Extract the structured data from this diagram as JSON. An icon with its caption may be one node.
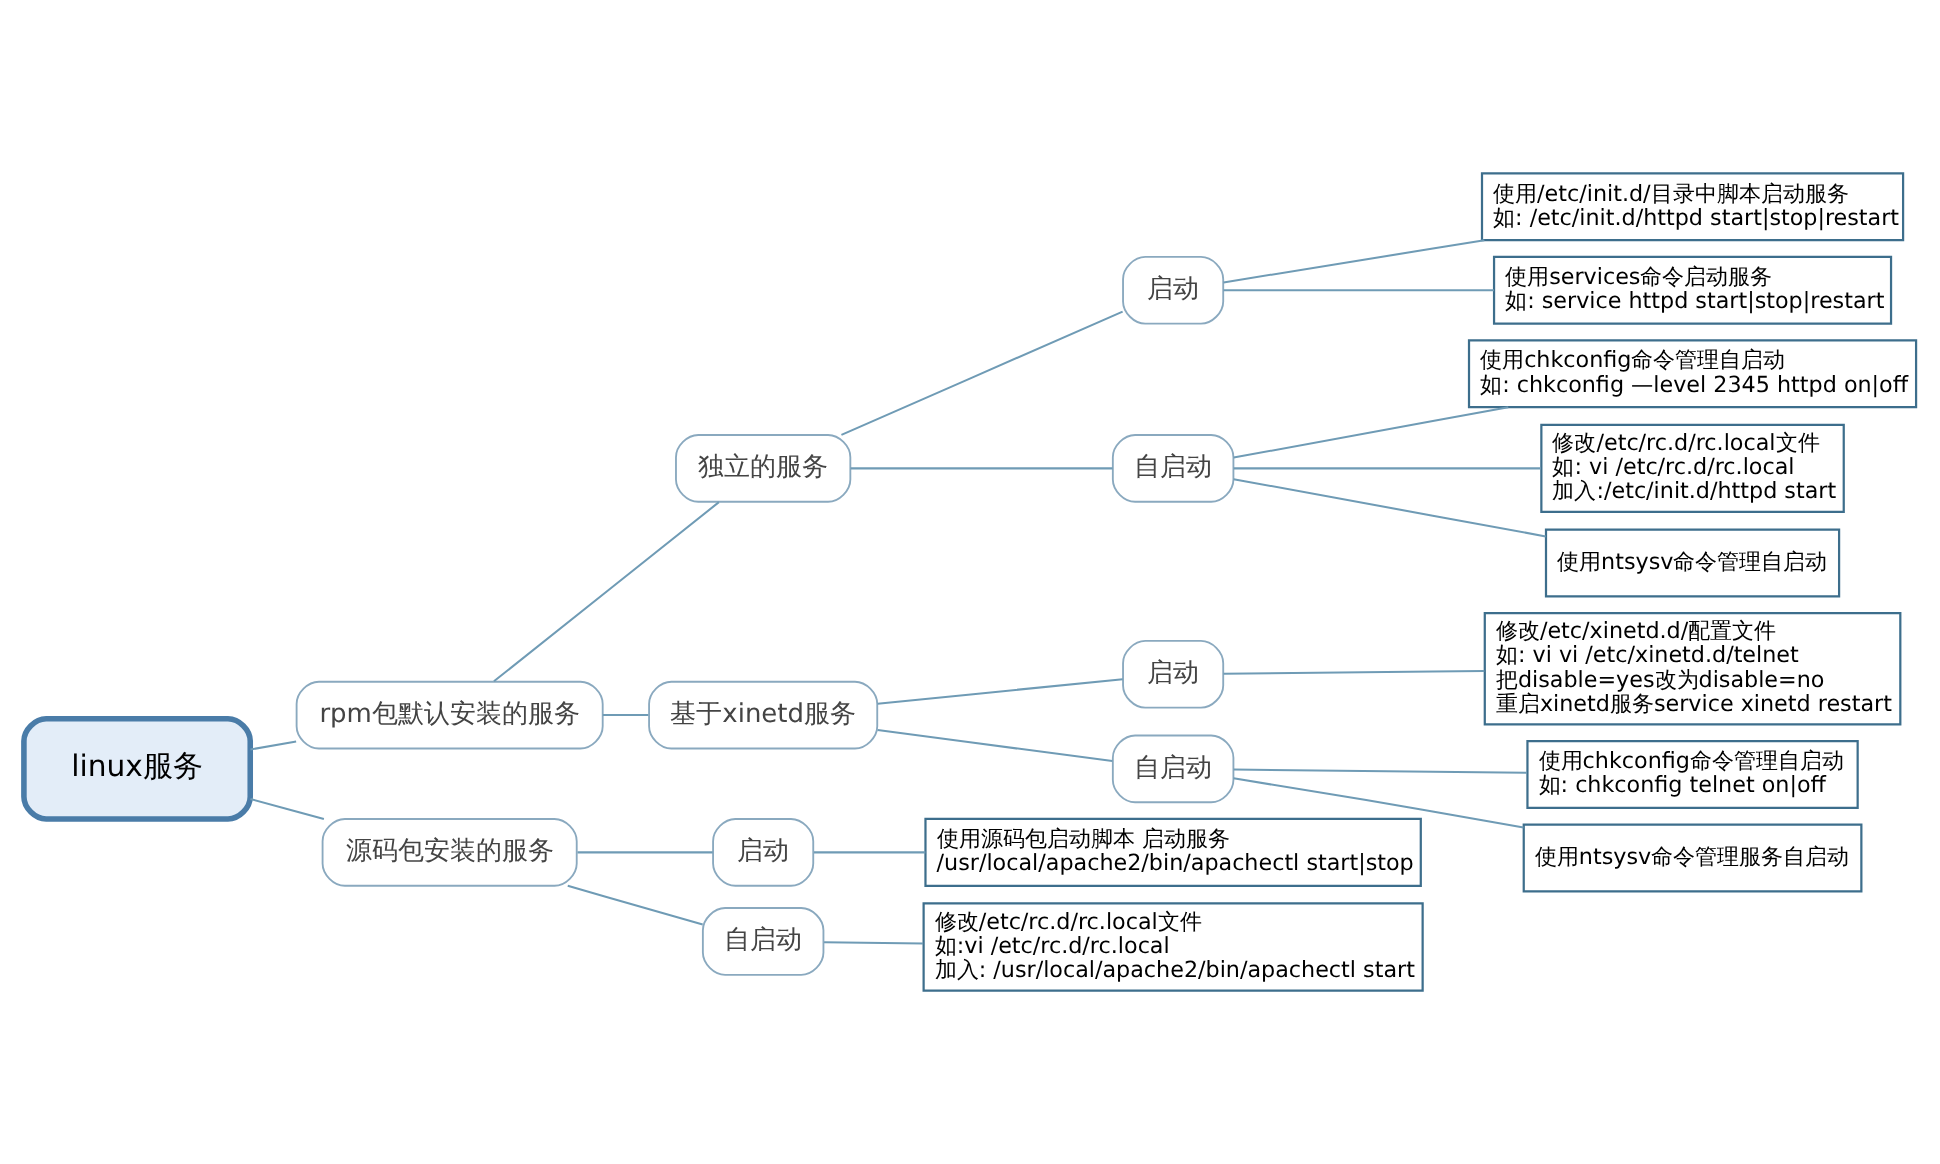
{
  "diagram": {
    "nodes": [
      {
        "text": [
          "linux服务"
        ]
      },
      {
        "text": [
          "rpm包默认安装的服务"
        ]
      },
      {
        "text": [
          "独立的服务"
        ]
      },
      {
        "text": [
          "启动"
        ]
      },
      {
        "text": [
          "使用/etc/init.d/目录中脚本启动服务",
          "如: /etc/init.d/httpd start|stop|restart"
        ]
      },
      {
        "text": [
          "使用services命令启动服务",
          "如: service httpd start|stop|restart"
        ]
      },
      {
        "text": [
          "自启动"
        ]
      },
      {
        "text": [
          "使用chkconfig命令管理自启动",
          "如: chkconfig —level 2345 httpd on|off"
        ]
      },
      {
        "text": [
          "修改/etc/rc.d/rc.local文件",
          "如: vi /etc/rc.d/rc.local",
          "加入:/etc/init.d/httpd start"
        ]
      },
      {
        "text": [
          "使用ntsysv命令管理自启动"
        ]
      },
      {
        "text": [
          "基于xinetd服务"
        ]
      },
      {
        "text": [
          "启动"
        ]
      },
      {
        "text": [
          "修改/etc/xinetd.d/配置文件",
          "如: vi vi /etc/xinetd.d/telnet",
          "把disable=yes改为disable=no",
          "重启xinetd服务service xinetd restart"
        ]
      },
      {
        "text": [
          "自启动"
        ]
      },
      {
        "text": [
          "使用chkconfig命令管理自启动",
          "如: chkconfig telnet on|off"
        ]
      },
      {
        "text": [
          "使用ntsysv命令管理服务自启动"
        ]
      },
      {
        "text": [
          "源码包安装的服务"
        ]
      },
      {
        "text": [
          "启动"
        ]
      },
      {
        "text": [
          "使用源码包启动脚本 启动服务",
          "/usr/local/apache2/bin/apachectl start|stop"
        ]
      },
      {
        "text": [
          "自启动"
        ]
      },
      {
        "text": [
          "修改/etc/rc.d/rc.local文件",
          "如:vi /etc/rc.d/rc.local",
          "加入: /usr/local/apache2/bin/apachectl start"
        ]
      }
    ],
    "edges": [
      {
        "from": 0,
        "to": 1,
        "arrow": "none"
      },
      {
        "from": 1,
        "to": 2,
        "arrow": "none"
      },
      {
        "from": 2,
        "to": 3,
        "arrow": "none"
      },
      {
        "from": 3,
        "to": 4,
        "arrow": "none"
      },
      {
        "from": 3,
        "to": 5,
        "arrow": "none"
      },
      {
        "from": 2,
        "to": 6,
        "arrow": "none"
      },
      {
        "from": 6,
        "to": 7,
        "arrow": "none"
      },
      {
        "from": 6,
        "to": 8,
        "arrow": "none"
      },
      {
        "from": 6,
        "to": 9,
        "arrow": "none"
      },
      {
        "from": 1,
        "to": 10,
        "arrow": "none"
      },
      {
        "from": 10,
        "to": 11,
        "arrow": "none"
      },
      {
        "from": 11,
        "to": 12,
        "arrow": "none"
      },
      {
        "from": 10,
        "to": 13,
        "arrow": "none"
      },
      {
        "from": 13,
        "to": 14,
        "arrow": "none"
      },
      {
        "from": 13,
        "to": 15,
        "arrow": "none"
      },
      {
        "from": 0,
        "to": 16,
        "arrow": "none"
      },
      {
        "from": 16,
        "to": 17,
        "arrow": "none"
      },
      {
        "from": 17,
        "to": 18,
        "arrow": "none"
      },
      {
        "from": 16,
        "to": 19,
        "arrow": "none"
      },
      {
        "from": 19,
        "to": 20,
        "arrow": "none"
      }
    ]
  }
}
